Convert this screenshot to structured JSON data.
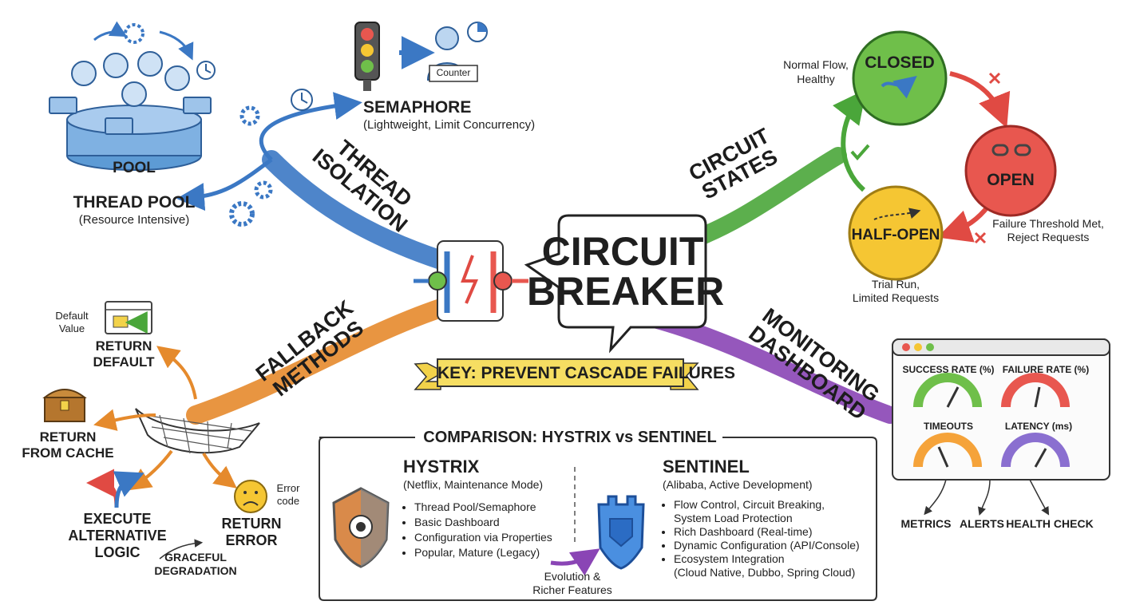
{
  "center": {
    "line1": "CIRCUIT",
    "line2": "BREAKER"
  },
  "key_banner": "KEY: PREVENT CASCADE FAILURES",
  "branches": {
    "thread_isolation": [
      "THREAD",
      "ISOLATION"
    ],
    "circuit_states": [
      "CIRCUIT",
      "STATES"
    ],
    "fallback_methods": [
      "FALLBACK",
      "METHODS"
    ],
    "monitoring_dashboard": [
      "MONITORING",
      "DASHBOARD"
    ]
  },
  "thread_isolation": {
    "pool_label": "POOL",
    "thread_pool_title": "THREAD POOL",
    "thread_pool_sub": "(Resource Intensive)",
    "counter_label": "Counter",
    "semaphore_title": "SEMAPHORE",
    "semaphore_sub": "(Lightweight, Limit Concurrency)"
  },
  "circuit_states": {
    "closed": "CLOSED",
    "open": "OPEN",
    "half_open": "HALF-OPEN",
    "closed_note": [
      "Normal Flow,",
      "Healthy"
    ],
    "open_note": [
      "Failure Threshold Met,",
      "Reject Requests"
    ],
    "half_open_note": [
      "Trial Run,",
      "Limited Requests"
    ],
    "colors": {
      "closed": "#6fbf4a",
      "open": "#e8574f",
      "half_open": "#f5c633"
    }
  },
  "fallback": {
    "default_value": [
      "Default",
      "Value"
    ],
    "return_default": [
      "RETURN",
      "DEFAULT"
    ],
    "return_from_cache": [
      "RETURN",
      "FROM CACHE"
    ],
    "execute_alternative": [
      "EXECUTE",
      "ALTERNATIVE",
      "LOGIC"
    ],
    "return_error": [
      "RETURN",
      "ERROR"
    ],
    "error_code": [
      "Error",
      "code"
    ],
    "graceful": [
      "GRACEFUL",
      "DEGRADATION"
    ]
  },
  "monitoring": {
    "success_rate": "SUCCESS RATE (%)",
    "failure_rate": "FAILURE RATE (%)",
    "timeouts": "TIMEOUTS",
    "latency": "LATENCY (ms)",
    "metrics": "METRICS",
    "alerts": "ALERTS",
    "health_check": "HEALTH CHECK"
  },
  "comparison": {
    "title": "COMPARISON: HYSTRIX vs SENTINEL",
    "hystrix": {
      "name": "HYSTRIX",
      "sub": "(Netflix, Maintenance Mode)",
      "items": [
        "Thread Pool/Semaphore",
        "Basic Dashboard",
        "Configuration via Properties",
        "Popular, Mature (Legacy)"
      ]
    },
    "sentinel": {
      "name": "SENTINEL",
      "sub": "(Alibaba, Active Development)",
      "items": [
        [
          "Flow Control, Circuit Breaking,",
          "System Load Protection"
        ],
        [
          "Rich Dashboard (Real-time)"
        ],
        [
          "Dynamic Configuration (API/Console)"
        ],
        [
          "Ecosystem Integration",
          "(Cloud Native, Dubbo, Spring Cloud)"
        ]
      ]
    },
    "evolution": [
      "Evolution &",
      "Richer Features"
    ]
  },
  "colors": {
    "thread": "#3b78c4",
    "states": "#4aa63a",
    "fallback": "#e58a2c",
    "monitoring": "#8a45b5"
  }
}
